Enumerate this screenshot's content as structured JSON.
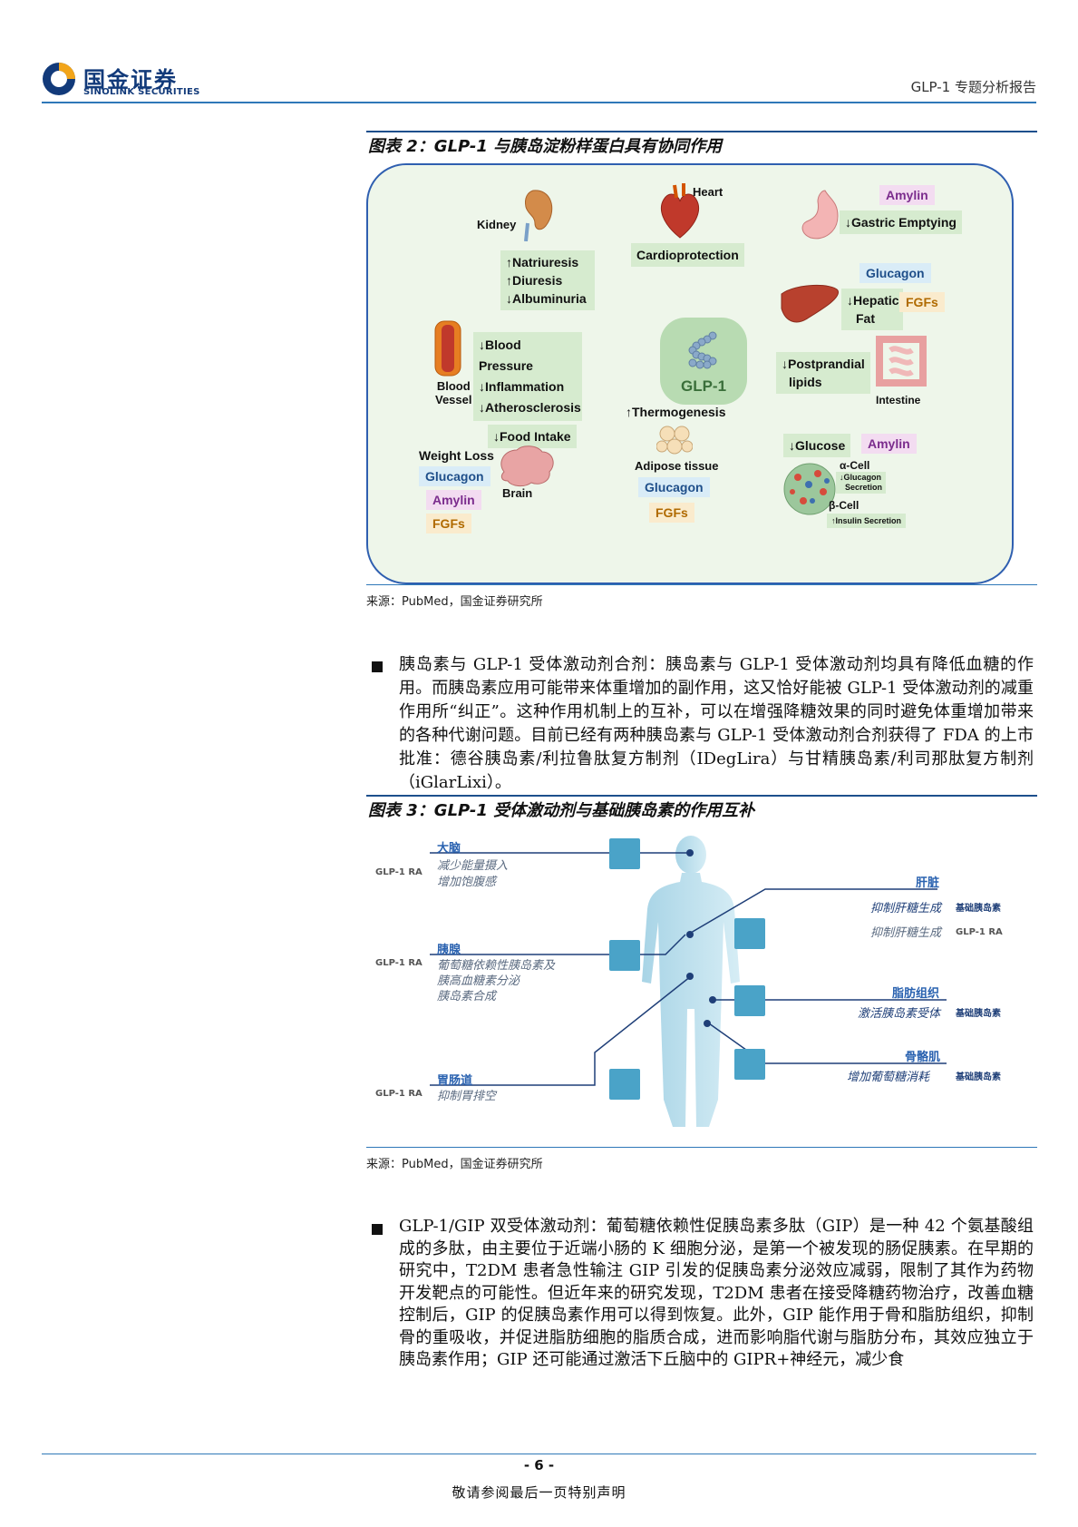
{
  "header": {
    "logo_cn": "国金证券",
    "logo_en": "SINOLINK SECURITIES",
    "report_name": "GLP-1 专题分析报告"
  },
  "figure2": {
    "title": "图表 2：GLP-1 与胰岛淀粉样蛋白具有协同作用",
    "center": "GLP-1",
    "kidney": {
      "label": "Kidney",
      "effects": [
        "Natriuresis",
        "Diuresis",
        "Albuminuria"
      ]
    },
    "heart": {
      "label": "Heart",
      "effect": "Cardioprotection"
    },
    "stomach": {
      "tag": "Amylin",
      "effect": "Gastric Emptying"
    },
    "liver": {
      "tag": "Glucagon",
      "effect_line1": "Hepatic",
      "effect_line2": "Fat",
      "tag2": "FGFs"
    },
    "vessel": {
      "label_line1": "Blood",
      "label_line2": "Vessel",
      "effects": [
        "Blood Pressure",
        "Inflammation",
        "Atherosclerosis"
      ]
    },
    "intestine": {
      "label": "Intestine",
      "effect_line1": "Postprandial",
      "effect_line2": "lipids"
    },
    "brain": {
      "label": "Brain",
      "effect": "Food Intake",
      "weight_loss": "Weight Loss",
      "tags": [
        "Glucagon",
        "Amylin",
        "FGFs"
      ]
    },
    "adipose": {
      "effect": "Thermogenesis",
      "label": "Adipose tissue",
      "tags": [
        "Glucagon",
        "FGFs"
      ]
    },
    "pancreas": {
      "effect": "Glucose",
      "tag": "Amylin",
      "alpha": "α-Cell",
      "alpha_effect_line1": "Glucagon",
      "alpha_effect_line2": "Secretion",
      "beta": "β-Cell",
      "beta_effect": "Insulin Secretion"
    },
    "source": "来源：PubMed，国金证券研究所"
  },
  "paragraph1": "胰岛素与 GLP-1 受体激动剂合剂：胰岛素与 GLP-1 受体激动剂均具有降低血糖的作用。而胰岛素应用可能带来体重增加的副作用，这又恰好能被 GLP-1 受体激动剂的减重作用所“纠正”。这种作用机制上的互补，可以在增强降糖效果的同时避免体重增加带来的各种代谢问题。目前已经有两种胰岛素与 GLP-1 受体激动剂合剂获得了 FDA 的上市批准：德谷胰岛素/利拉鲁肽复方制剂（IDegLira）与甘精胰岛素/利司那肽复方制剂（iGlarLixi）。",
  "figure3": {
    "title": "图表 3：GLP-1 受体激动剂与基础胰岛素的作用互补",
    "brain": {
      "org": "大脑",
      "ra": "GLP-1 RA",
      "d1": "减少能量摄入",
      "d2": "增加饱腹感"
    },
    "pancreas": {
      "org": "胰腺",
      "ra": "GLP-1 RA",
      "d1": "葡萄糖依赖性胰岛素及",
      "d2": "胰高血糖素分泌",
      "d3": "胰岛素合成"
    },
    "gut": {
      "org": "胃肠道",
      "ra": "GLP-1 RA",
      "d1": "抑制胃排空"
    },
    "liver": {
      "org": "肝脏",
      "d1": "抑制肝糖生成",
      "b1": "基础胰岛素",
      "d2": "抑制肝糖生成",
      "b2": "GLP-1 RA"
    },
    "fat": {
      "org": "脂肪组织",
      "d1": "激活胰岛素受体",
      "b1": "基础胰岛素"
    },
    "muscle": {
      "org": "骨骼肌",
      "d1": "增加葡萄糖消耗",
      "b1": "基础胰岛素"
    },
    "source": "来源：PubMed，国金证券研究所"
  },
  "paragraph2": "GLP-1/GIP 双受体激动剂：葡萄糖依赖性促胰岛素多肽（GIP）是一种 42 个氨基酸组成的多肽，由主要位于近端小肠的 K 细胞分泌，是第一个被发现的肠促胰素。在早期的研究中，T2DM 患者急性输注 GIP 引发的促胰岛素分泌效应减弱，限制了其作为药物开发靶点的可能性。但近年来的研究发现，T2DM 患者在接受降糖药物治疗，改善血糖控制后，GIP 的促胰岛素作用可以得到恢复。此外，GIP 能作用于骨和脂肪组织，抑制骨的重吸收，并促进脂肪细胞的脂质合成，进而影响脂代谢与脂肪分布，其效应独立于胰岛素作用；GIP 还可能通过激活下丘脑中的 GIPR+神经元，减少食",
  "footer": {
    "page": "- 6 -",
    "disclaimer": "敬请参阅最后一页特别声明"
  },
  "colors": {
    "brand_blue": "#2f78b8",
    "box_green": "#d6ebcf",
    "glucagon": "#1f4f8a",
    "amylin": "#7b2c8d",
    "fgfs": "#b06a00"
  }
}
